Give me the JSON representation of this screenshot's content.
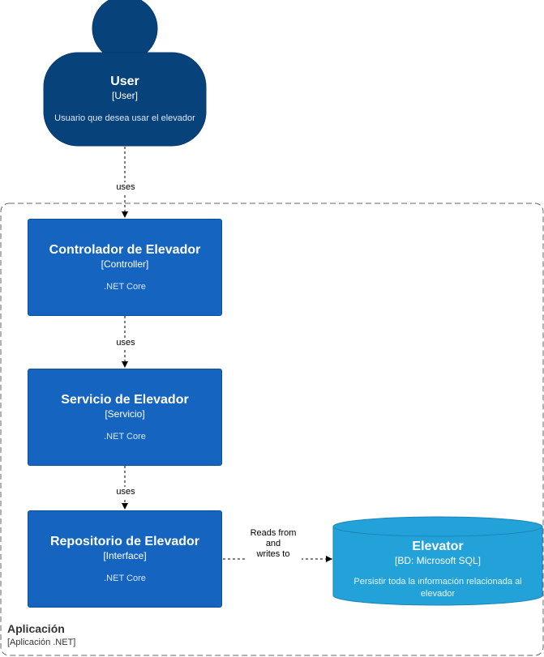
{
  "person": {
    "name": "User",
    "type": "[User]",
    "description": "Usuario que desea usar el elevador"
  },
  "boundary": {
    "name": "Aplicación",
    "type": "[Aplicación .NET]"
  },
  "containers": [
    {
      "name": "Controlador de Elevador",
      "type": "[Controller]",
      "technology": ".NET Core"
    },
    {
      "name": "Servicio de Elevador",
      "type": "[Servicio]",
      "technology": ".NET Core"
    },
    {
      "name": "Repositorio de Elevador",
      "type": "[Interface]",
      "technology": ".NET Core"
    }
  ],
  "database": {
    "name": "Elevator",
    "type": "[BD: Microsoft SQL]",
    "description": "Persistir toda la información relacionada al elevador"
  },
  "edges": [
    {
      "from": "User",
      "to": "Controlador de Elevador",
      "label": "uses"
    },
    {
      "from": "Controlador de Elevador",
      "to": "Servicio de Elevador",
      "label": "uses"
    },
    {
      "from": "Servicio de Elevador",
      "to": "Repositorio de Elevador",
      "label": "uses"
    },
    {
      "from": "Repositorio de Elevador",
      "to": "Elevator",
      "label_lines": [
        "Reads from",
        "and",
        "writes to"
      ]
    }
  ],
  "colors": {
    "person": "#08427b",
    "container": "#1565c0",
    "database": "#23a2d9",
    "boundary_border": "#666666"
  }
}
